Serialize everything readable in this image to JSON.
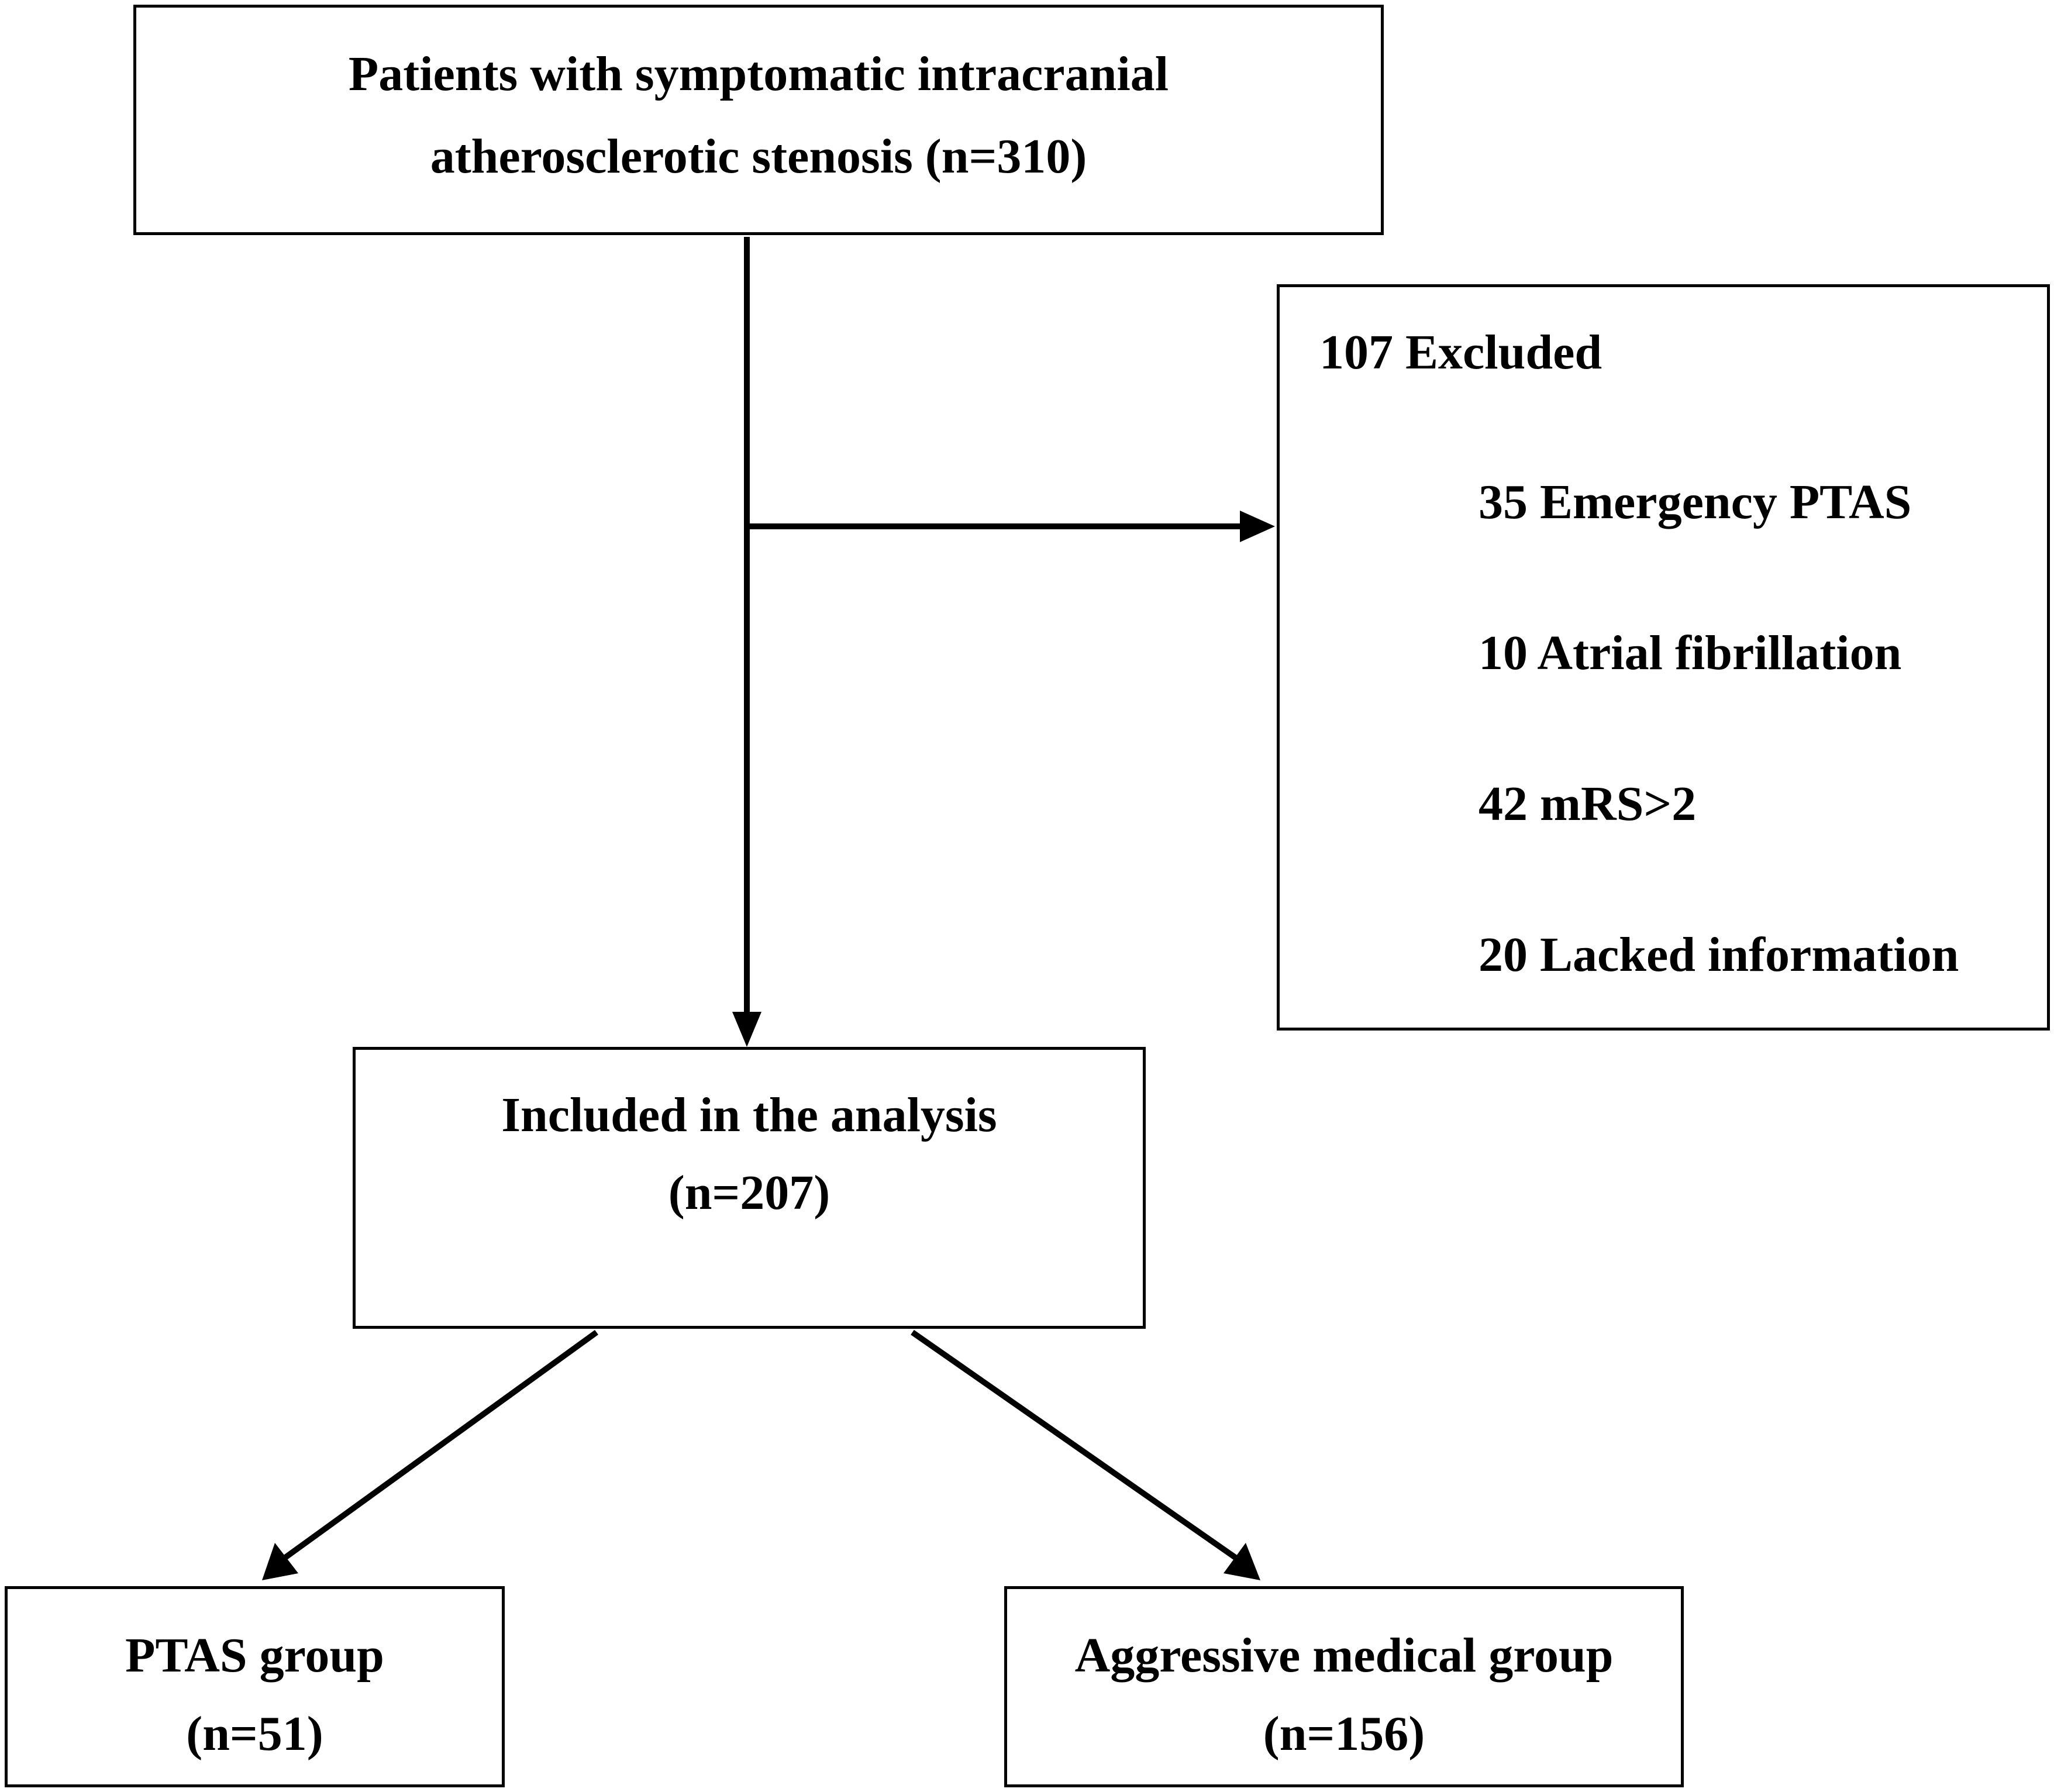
{
  "nodes": {
    "source": {
      "line1": "Patients with symptomatic intracranial",
      "line2": "atherosclerotic stenosis (n=310)"
    },
    "excluded": {
      "header": "107 Excluded",
      "reasons": [
        "35 Emergency PTAS",
        "10 Atrial fibrillation",
        "42 mRS>2",
        "20 Lacked information"
      ]
    },
    "included": {
      "line1": "Included in the analysis",
      "line2": "(n=207)"
    },
    "ptas": {
      "line1": "PTAS group",
      "line2": "(n=51)"
    },
    "medical": {
      "line1": "Aggressive medical group",
      "line2": "(n=156)"
    }
  },
  "colors": {
    "line": "#000000",
    "background": "#ffffff"
  }
}
